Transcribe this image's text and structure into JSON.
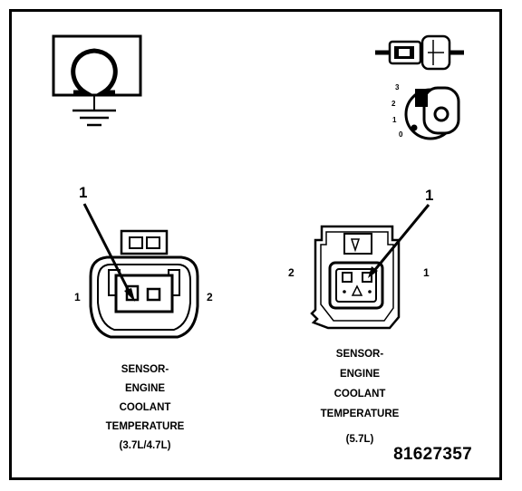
{
  "left_connector": {
    "callout": "1",
    "pin_left": "1",
    "pin_right": "2",
    "caption": [
      "SENSOR-",
      "ENGINE",
      "COOLANT",
      "TEMPERATURE",
      "(3.7L/4.7L)"
    ]
  },
  "right_connector": {
    "callout": "1",
    "pin_left": "2",
    "pin_right": "1",
    "caption": [
      "SENSOR-",
      "ENGINE",
      "COOLANT",
      "TEMPERATURE",
      "(5.7L)"
    ]
  },
  "ignition_positions": [
    "3",
    "2",
    "1",
    "0"
  ],
  "figure_number": "81627357",
  "icons": [
    "ohm-ground-icon",
    "connector-disconnect-icon",
    "ignition-key-icon"
  ]
}
